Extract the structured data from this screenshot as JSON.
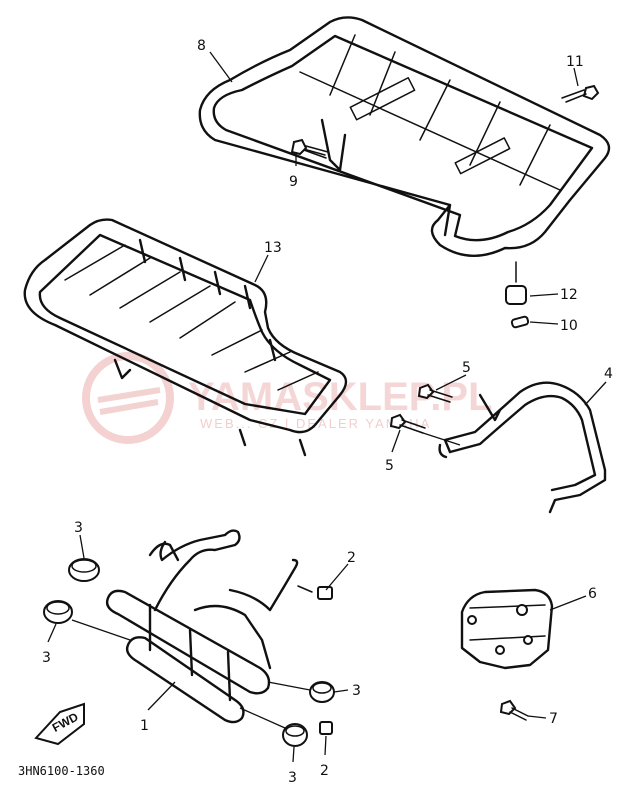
{
  "diagram_code": "3HN6100-1360",
  "fwd_label": "FWD",
  "watermark": {
    "brand": "YAMASKLEP.PL",
    "subtitle": "WEB... CZ | DEALER YAMAHA"
  },
  "callouts": [
    {
      "id": "c8",
      "label": "8"
    },
    {
      "id": "c11",
      "label": "11"
    },
    {
      "id": "c9",
      "label": "9"
    },
    {
      "id": "c13",
      "label": "13"
    },
    {
      "id": "c12",
      "label": "12"
    },
    {
      "id": "c10",
      "label": "10"
    },
    {
      "id": "c5a",
      "label": "5"
    },
    {
      "id": "c5b",
      "label": "5"
    },
    {
      "id": "c4",
      "label": "4"
    },
    {
      "id": "c3a",
      "label": "3"
    },
    {
      "id": "c3b",
      "label": "3"
    },
    {
      "id": "c2a",
      "label": "2"
    },
    {
      "id": "c6",
      "label": "6"
    },
    {
      "id": "c1",
      "label": "1"
    },
    {
      "id": "c3c",
      "label": "3"
    },
    {
      "id": "c7",
      "label": "7"
    },
    {
      "id": "c2b",
      "label": "2"
    },
    {
      "id": "c3d",
      "label": "3"
    }
  ]
}
